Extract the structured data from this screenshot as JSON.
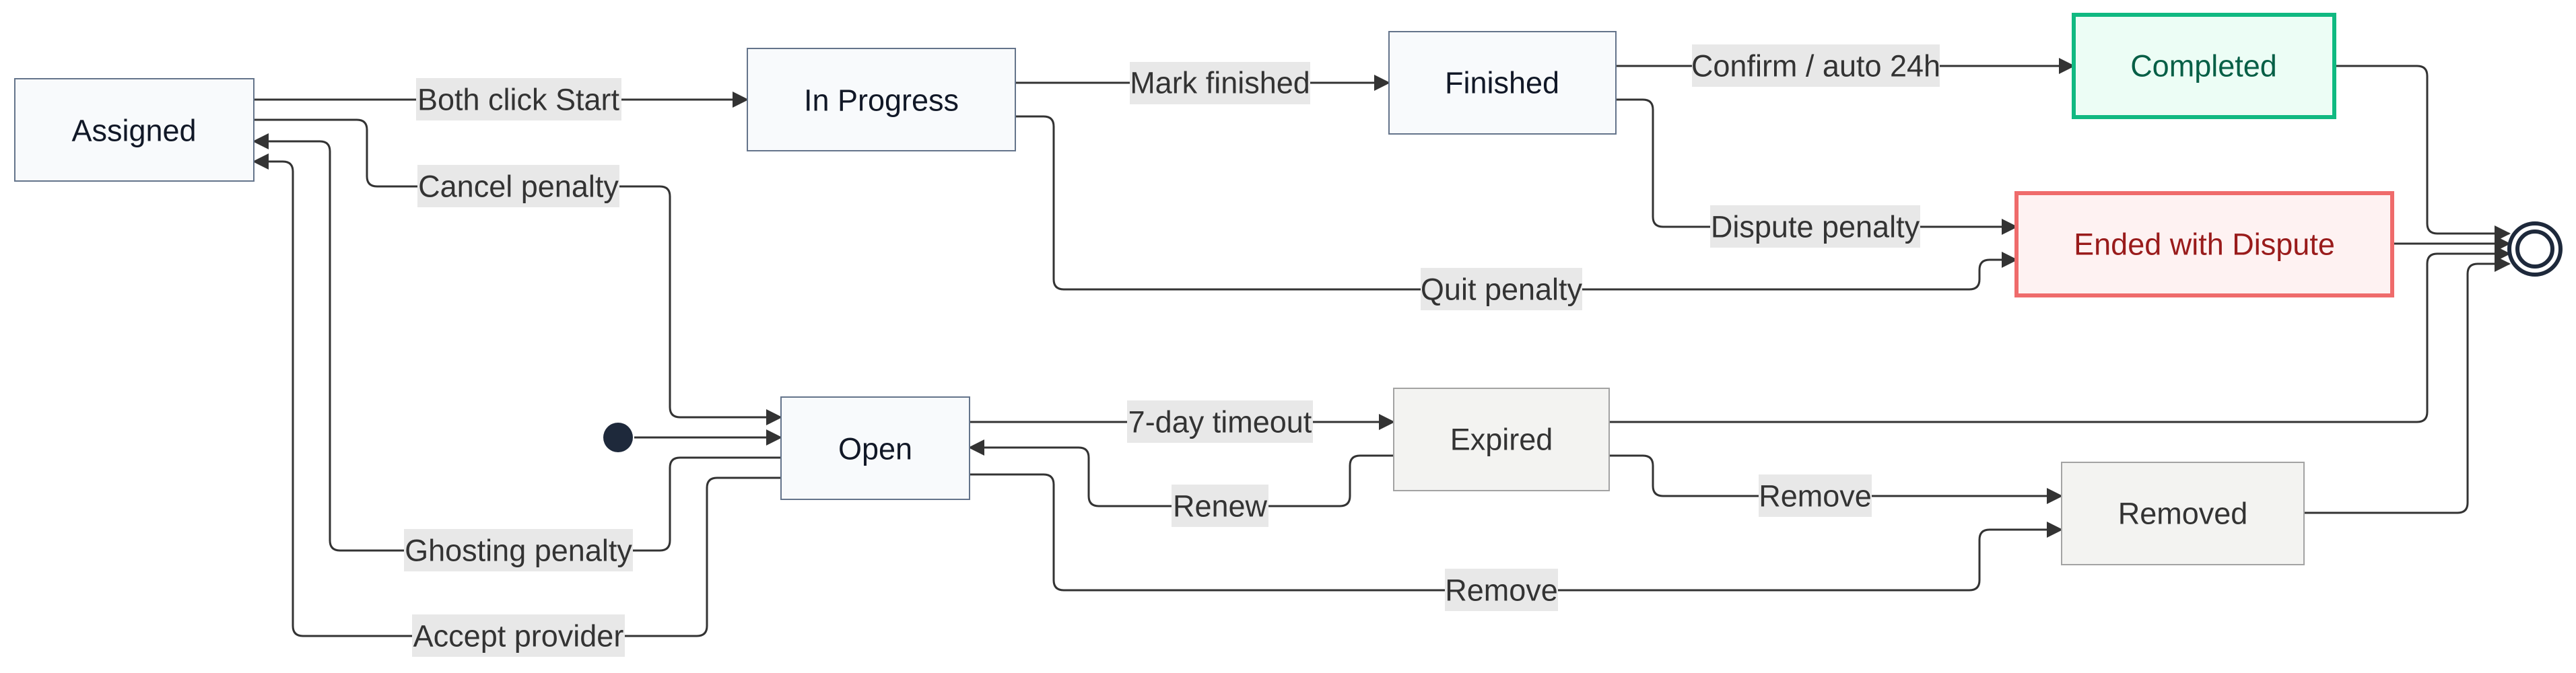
{
  "states": {
    "assigned": "Assigned",
    "in_progress": "In Progress",
    "finished": "Finished",
    "completed": "Completed",
    "ended_dispute": "Ended with Dispute",
    "open": "Open",
    "expired": "Expired",
    "removed": "Removed"
  },
  "transitions": {
    "both_click_start": "Both click Start",
    "cancel_penalty": "Cancel penalty",
    "mark_finished": "Mark finished",
    "confirm_auto": "Confirm / auto 24h",
    "dispute_penalty": "Dispute penalty",
    "quit_penalty": "Quit penalty",
    "seven_day_timeout": "7-day timeout",
    "renew": "Renew",
    "remove_from_expired": "Remove",
    "remove_from_open": "Remove",
    "ghosting_penalty": "Ghosting penalty",
    "accept_provider": "Accept provider"
  },
  "colors": {
    "completed_text": "#065f46",
    "dispute_text": "#991b1b",
    "default_text": "#111827",
    "muted_text": "#333333",
    "edge": "#333333",
    "pseudo_state": "#1e293b"
  }
}
